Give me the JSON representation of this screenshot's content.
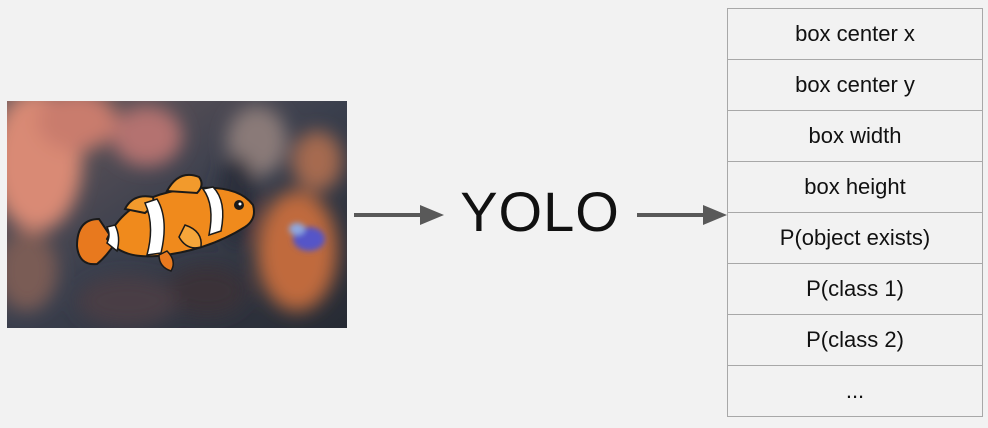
{
  "model": {
    "label": "YOLO"
  },
  "input_image": {
    "subject": "clownfish photo"
  },
  "output_vector": {
    "rows": [
      "box center x",
      "box center y",
      "box width",
      "box height",
      "P(object exists)",
      "P(class 1)",
      "P(class 2)",
      "..."
    ]
  },
  "colors": {
    "background": "#f2f2f2",
    "arrow": "#595959",
    "cell_border": "#a8a8a8",
    "text": "#111111"
  }
}
